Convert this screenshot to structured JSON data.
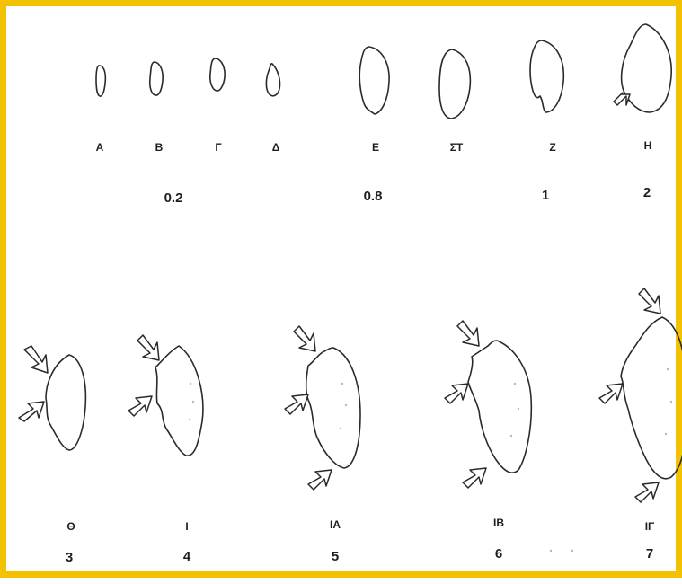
{
  "colors": {
    "frame": "#f2c200",
    "ink": "#2a2a2a",
    "background": "#ffffff"
  },
  "stages": [
    {
      "letter": "Α"
    },
    {
      "letter": "Β"
    },
    {
      "letter": "Γ"
    },
    {
      "letter": "Δ"
    },
    {
      "letter": "Ε"
    },
    {
      "letter": "ΣΤ"
    },
    {
      "letter": "Ζ"
    },
    {
      "letter": "Η"
    },
    {
      "letter": "Θ"
    },
    {
      "letter": "Ι"
    },
    {
      "letter": "ΙΑ"
    },
    {
      "letter": "ΙΒ"
    },
    {
      "letter": "ΙΓ"
    }
  ],
  "scale_values": [
    "0.2",
    "0.8",
    "1",
    "2",
    "3",
    "4",
    "5",
    "6",
    "7"
  ]
}
